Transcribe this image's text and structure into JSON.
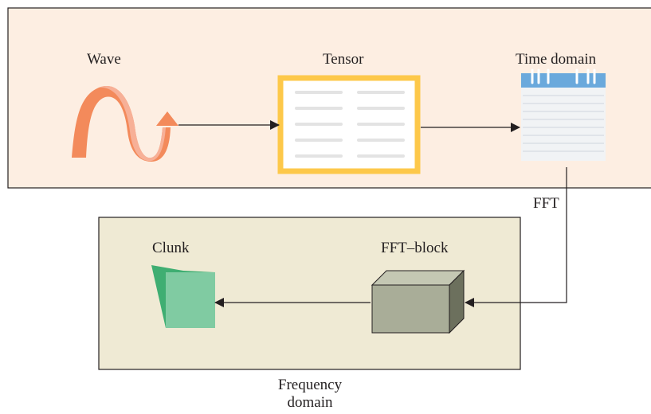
{
  "labels": {
    "wave": "Wave",
    "tensor": "Tensor",
    "time_domain": "Time domain",
    "fft": "FFT",
    "clunk": "Clunk",
    "fft_block": "FFT–block",
    "frequency_domain_line1": "Frequency",
    "frequency_domain_line2": "domain"
  },
  "colors": {
    "top_panel_fill": "#fdeee2",
    "bottom_panel_fill": "#efead4",
    "panel_border": "#231f20",
    "wave_main": "#f38a5b",
    "wave_light": "#f7b097",
    "tensor_border": "#fdc84a",
    "tensor_line": "#e3e3e3",
    "calendar_top": "#6aa9dc",
    "calendar_body": "#f1f3f5",
    "calendar_line": "#cfd6dd",
    "clunk_dark": "#3fae72",
    "clunk_light": "#80cba2",
    "block_front": "#a9ad98",
    "block_top": "#c4c7b3",
    "block_side": "#6c705d",
    "arrow": "#231f20"
  },
  "icons": {
    "wave": "wave-ribbon-icon",
    "tensor": "tensor-table-icon",
    "time_domain": "calendar-sheet-icon",
    "clunk": "green-chunk-icon",
    "fft_block": "cube-block-icon"
  }
}
